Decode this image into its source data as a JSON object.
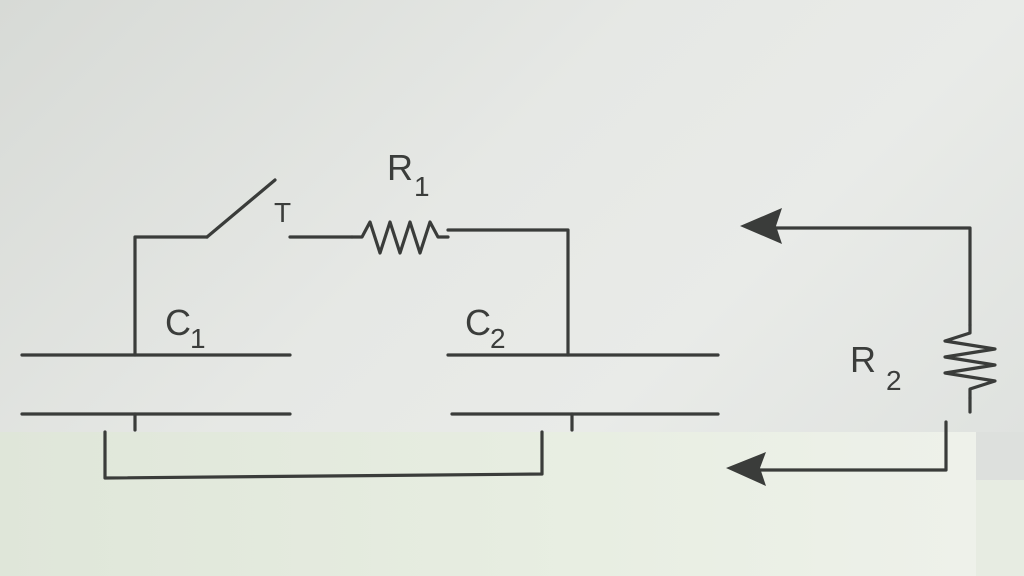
{
  "labels": {
    "r1": "R",
    "r1_sub": "1",
    "r2": "R",
    "r2_sub": "2",
    "c1": "C",
    "c1_sub": "1",
    "c2": "C",
    "c2_sub": "2",
    "switch": "T"
  },
  "colors": {
    "ink": "#3a3c3a",
    "paper": "#e6e8e5",
    "paper_lower": "#e8eee2"
  }
}
